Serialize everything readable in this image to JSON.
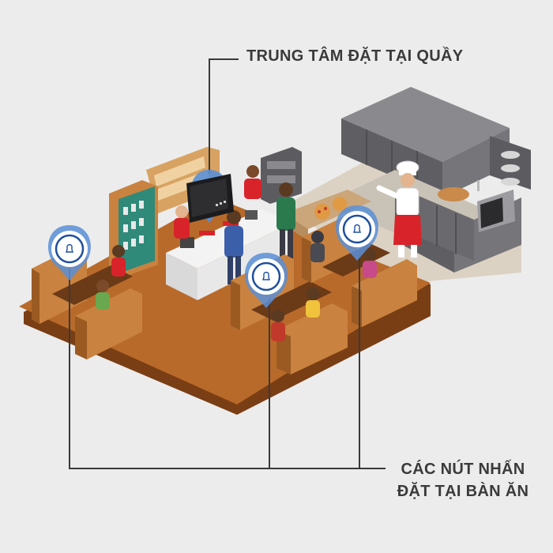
{
  "labels": {
    "counter_center": "TRUNG TÂM ĐẶT TẠI QUẦY",
    "buttons_line1": "CÁC NÚT NHẤN",
    "buttons_line2": "ĐẶT TẠI BÀN ĂN"
  },
  "colors": {
    "background": "#ececec",
    "floor": "#b86a2a",
    "floor_edge": "#7a3e14",
    "callout_line": "#3a3a3a",
    "pin_blue": "#5b8fd6",
    "button_blue": "#1f4f9c",
    "cabinet_gray": "#6f6f73"
  },
  "icons": {
    "pin": "map-pin-icon",
    "bell": "bell-icon",
    "console": "wall-mounted-display-receiver"
  }
}
